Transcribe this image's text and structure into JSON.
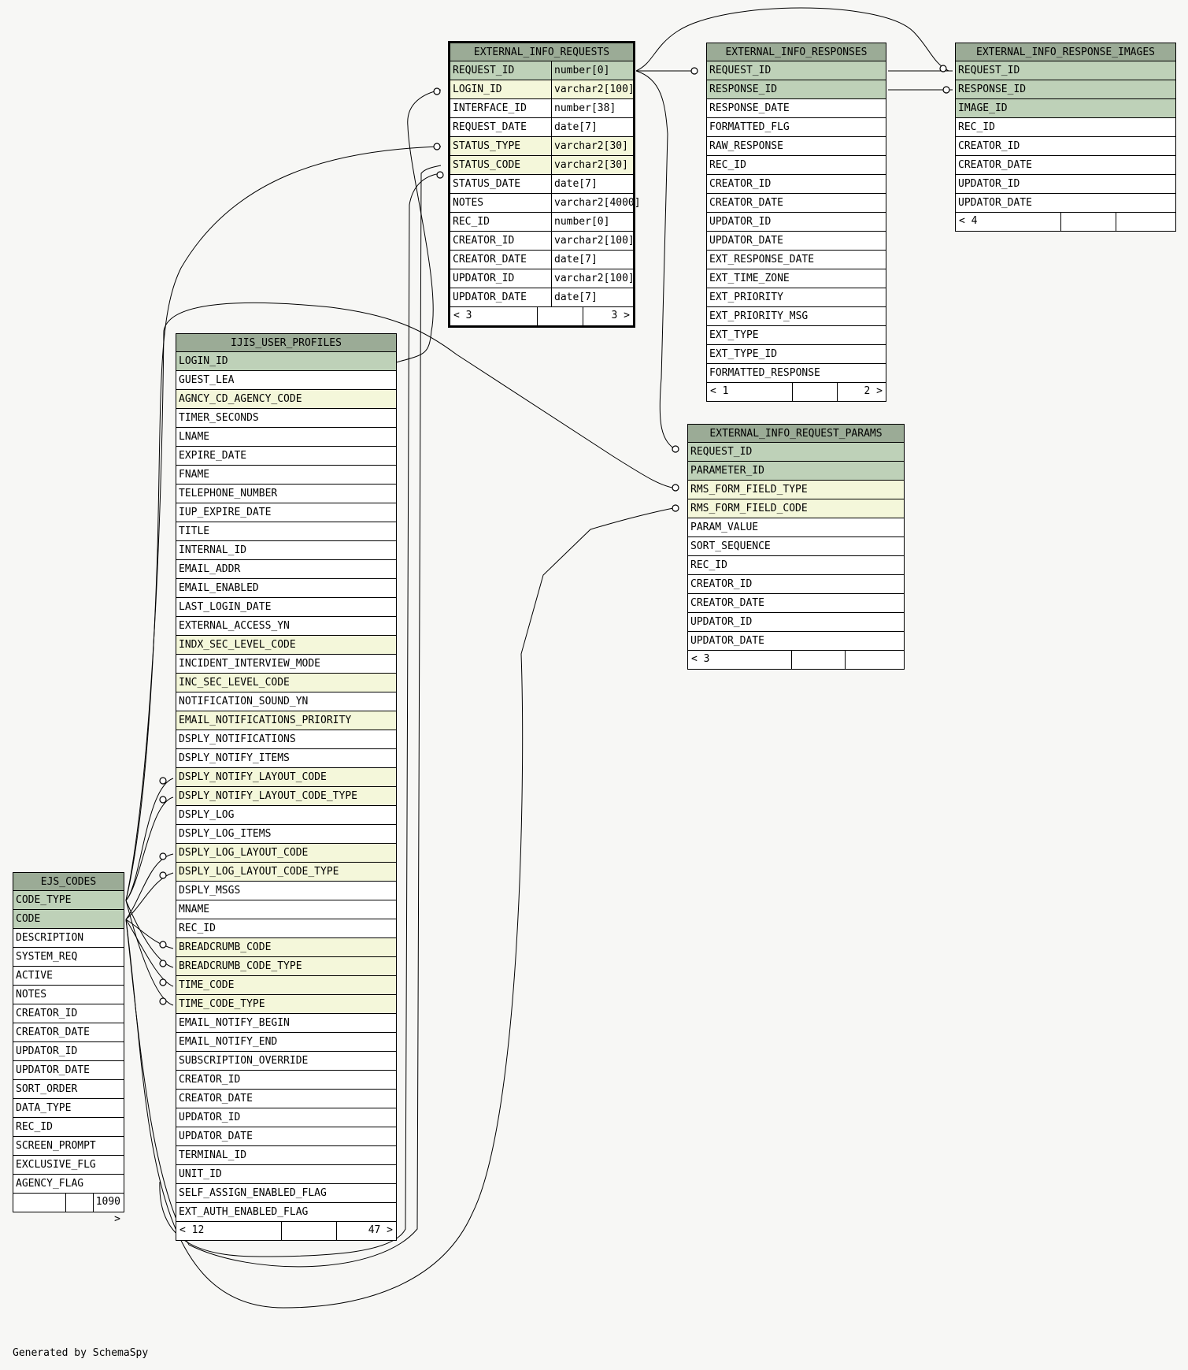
{
  "footer_text": "Generated by SchemaSpy",
  "tables": [
    {
      "key": "eir",
      "title": "EXTERNAL_INFO_REQUESTS",
      "focus": true,
      "typed": true,
      "columns": [
        {
          "name": "REQUEST_ID",
          "type": "number[0]",
          "kind": "pk"
        },
        {
          "name": "LOGIN_ID",
          "type": "varchar2[100]",
          "kind": "fk"
        },
        {
          "name": "INTERFACE_ID",
          "type": "number[38]",
          "kind": ""
        },
        {
          "name": "REQUEST_DATE",
          "type": "date[7]",
          "kind": ""
        },
        {
          "name": "STATUS_TYPE",
          "type": "varchar2[30]",
          "kind": "fk"
        },
        {
          "name": "STATUS_CODE",
          "type": "varchar2[30]",
          "kind": "fk"
        },
        {
          "name": "STATUS_DATE",
          "type": "date[7]",
          "kind": ""
        },
        {
          "name": "NOTES",
          "type": "varchar2[4000]",
          "kind": ""
        },
        {
          "name": "REC_ID",
          "type": "number[0]",
          "kind": ""
        },
        {
          "name": "CREATOR_ID",
          "type": "varchar2[100]",
          "kind": ""
        },
        {
          "name": "CREATOR_DATE",
          "type": "date[7]",
          "kind": ""
        },
        {
          "name": "UPDATOR_ID",
          "type": "varchar2[100]",
          "kind": ""
        },
        {
          "name": "UPDATOR_DATE",
          "type": "date[7]",
          "kind": ""
        }
      ],
      "parents_label": "< 3",
      "children_label": "3 >"
    },
    {
      "key": "eirsp",
      "title": "EXTERNAL_INFO_RESPONSES",
      "focus": false,
      "typed": false,
      "columns": [
        {
          "name": "REQUEST_ID",
          "kind": "pk"
        },
        {
          "name": "RESPONSE_ID",
          "kind": "pk"
        },
        {
          "name": "RESPONSE_DATE",
          "kind": ""
        },
        {
          "name": "FORMATTED_FLG",
          "kind": ""
        },
        {
          "name": "RAW_RESPONSE",
          "kind": ""
        },
        {
          "name": "REC_ID",
          "kind": ""
        },
        {
          "name": "CREATOR_ID",
          "kind": ""
        },
        {
          "name": "CREATOR_DATE",
          "kind": ""
        },
        {
          "name": "UPDATOR_ID",
          "kind": ""
        },
        {
          "name": "UPDATOR_DATE",
          "kind": ""
        },
        {
          "name": "EXT_RESPONSE_DATE",
          "kind": ""
        },
        {
          "name": "EXT_TIME_ZONE",
          "kind": ""
        },
        {
          "name": "EXT_PRIORITY",
          "kind": ""
        },
        {
          "name": "EXT_PRIORITY_MSG",
          "kind": ""
        },
        {
          "name": "EXT_TYPE",
          "kind": ""
        },
        {
          "name": "EXT_TYPE_ID",
          "kind": ""
        },
        {
          "name": "FORMATTED_RESPONSE",
          "kind": ""
        }
      ],
      "parents_label": "< 1",
      "children_label": "2 >"
    },
    {
      "key": "eiri",
      "title": "EXTERNAL_INFO_RESPONSE_IMAGES",
      "focus": false,
      "typed": false,
      "columns": [
        {
          "name": "REQUEST_ID",
          "kind": "pk"
        },
        {
          "name": "RESPONSE_ID",
          "kind": "pk"
        },
        {
          "name": "IMAGE_ID",
          "kind": "pk"
        },
        {
          "name": "REC_ID",
          "kind": ""
        },
        {
          "name": "CREATOR_ID",
          "kind": ""
        },
        {
          "name": "CREATOR_DATE",
          "kind": ""
        },
        {
          "name": "UPDATOR_ID",
          "kind": ""
        },
        {
          "name": "UPDATOR_DATE",
          "kind": ""
        }
      ],
      "parents_label": "< 4",
      "children_label": ""
    },
    {
      "key": "eirp",
      "title": "EXTERNAL_INFO_REQUEST_PARAMS",
      "focus": false,
      "typed": false,
      "columns": [
        {
          "name": "REQUEST_ID",
          "kind": "pk"
        },
        {
          "name": "PARAMETER_ID",
          "kind": "pk"
        },
        {
          "name": "RMS_FORM_FIELD_TYPE",
          "kind": "fk"
        },
        {
          "name": "RMS_FORM_FIELD_CODE",
          "kind": "fk"
        },
        {
          "name": "PARAM_VALUE",
          "kind": ""
        },
        {
          "name": "SORT_SEQUENCE",
          "kind": ""
        },
        {
          "name": "REC_ID",
          "kind": ""
        },
        {
          "name": "CREATOR_ID",
          "kind": ""
        },
        {
          "name": "CREATOR_DATE",
          "kind": ""
        },
        {
          "name": "UPDATOR_ID",
          "kind": ""
        },
        {
          "name": "UPDATOR_DATE",
          "kind": ""
        }
      ],
      "parents_label": "< 3",
      "children_label": ""
    },
    {
      "key": "iup",
      "title": "IJIS_USER_PROFILES",
      "focus": false,
      "typed": false,
      "columns": [
        {
          "name": "LOGIN_ID",
          "kind": "pk"
        },
        {
          "name": "GUEST_LEA",
          "kind": ""
        },
        {
          "name": "AGNCY_CD_AGENCY_CODE",
          "kind": "fk"
        },
        {
          "name": "TIMER_SECONDS",
          "kind": ""
        },
        {
          "name": "LNAME",
          "kind": ""
        },
        {
          "name": "EXPIRE_DATE",
          "kind": ""
        },
        {
          "name": "FNAME",
          "kind": ""
        },
        {
          "name": "TELEPHONE_NUMBER",
          "kind": ""
        },
        {
          "name": "IUP_EXPIRE_DATE",
          "kind": ""
        },
        {
          "name": "TITLE",
          "kind": ""
        },
        {
          "name": "INTERNAL_ID",
          "kind": ""
        },
        {
          "name": "EMAIL_ADDR",
          "kind": ""
        },
        {
          "name": "EMAIL_ENABLED",
          "kind": ""
        },
        {
          "name": "LAST_LOGIN_DATE",
          "kind": ""
        },
        {
          "name": "EXTERNAL_ACCESS_YN",
          "kind": ""
        },
        {
          "name": "INDX_SEC_LEVEL_CODE",
          "kind": "fk"
        },
        {
          "name": "INCIDENT_INTERVIEW_MODE",
          "kind": ""
        },
        {
          "name": "INC_SEC_LEVEL_CODE",
          "kind": "fk"
        },
        {
          "name": "NOTIFICATION_SOUND_YN",
          "kind": ""
        },
        {
          "name": "EMAIL_NOTIFICATIONS_PRIORITY",
          "kind": "fk"
        },
        {
          "name": "DSPLY_NOTIFICATIONS",
          "kind": ""
        },
        {
          "name": "DSPLY_NOTIFY_ITEMS",
          "kind": ""
        },
        {
          "name": "DSPLY_NOTIFY_LAYOUT_CODE",
          "kind": "fk"
        },
        {
          "name": "DSPLY_NOTIFY_LAYOUT_CODE_TYPE",
          "kind": "fk"
        },
        {
          "name": "DSPLY_LOG",
          "kind": ""
        },
        {
          "name": "DSPLY_LOG_ITEMS",
          "kind": ""
        },
        {
          "name": "DSPLY_LOG_LAYOUT_CODE",
          "kind": "fk"
        },
        {
          "name": "DSPLY_LOG_LAYOUT_CODE_TYPE",
          "kind": "fk"
        },
        {
          "name": "DSPLY_MSGS",
          "kind": ""
        },
        {
          "name": "MNAME",
          "kind": ""
        },
        {
          "name": "REC_ID",
          "kind": ""
        },
        {
          "name": "BREADCRUMB_CODE",
          "kind": "fk"
        },
        {
          "name": "BREADCRUMB_CODE_TYPE",
          "kind": "fk"
        },
        {
          "name": "TIME_CODE",
          "kind": "fk"
        },
        {
          "name": "TIME_CODE_TYPE",
          "kind": "fk"
        },
        {
          "name": "EMAIL_NOTIFY_BEGIN",
          "kind": ""
        },
        {
          "name": "EMAIL_NOTIFY_END",
          "kind": ""
        },
        {
          "name": "SUBSCRIPTION_OVERRIDE",
          "kind": ""
        },
        {
          "name": "CREATOR_ID",
          "kind": ""
        },
        {
          "name": "CREATOR_DATE",
          "kind": ""
        },
        {
          "name": "UPDATOR_ID",
          "kind": ""
        },
        {
          "name": "UPDATOR_DATE",
          "kind": ""
        },
        {
          "name": "TERMINAL_ID",
          "kind": ""
        },
        {
          "name": "UNIT_ID",
          "kind": ""
        },
        {
          "name": "SELF_ASSIGN_ENABLED_FLAG",
          "kind": ""
        },
        {
          "name": "EXT_AUTH_ENABLED_FLAG",
          "kind": ""
        }
      ],
      "parents_label": "< 12",
      "children_label": "47 >"
    },
    {
      "key": "ejs",
      "title": "EJS_CODES",
      "focus": false,
      "typed": false,
      "columns": [
        {
          "name": "CODE_TYPE",
          "kind": "pk"
        },
        {
          "name": "CODE",
          "kind": "pk"
        },
        {
          "name": "DESCRIPTION",
          "kind": ""
        },
        {
          "name": "SYSTEM_REQ",
          "kind": ""
        },
        {
          "name": "ACTIVE",
          "kind": ""
        },
        {
          "name": "NOTES",
          "kind": ""
        },
        {
          "name": "CREATOR_ID",
          "kind": ""
        },
        {
          "name": "CREATOR_DATE",
          "kind": ""
        },
        {
          "name": "UPDATOR_ID",
          "kind": ""
        },
        {
          "name": "UPDATOR_DATE",
          "kind": ""
        },
        {
          "name": "SORT_ORDER",
          "kind": ""
        },
        {
          "name": "DATA_TYPE",
          "kind": ""
        },
        {
          "name": "REC_ID",
          "kind": ""
        },
        {
          "name": "SCREEN_PROMPT",
          "kind": ""
        },
        {
          "name": "EXCLUSIVE_FLG",
          "kind": ""
        },
        {
          "name": "AGENCY_FLAG",
          "kind": ""
        }
      ],
      "parents_label": "",
      "children_label": "1090 >"
    }
  ]
}
